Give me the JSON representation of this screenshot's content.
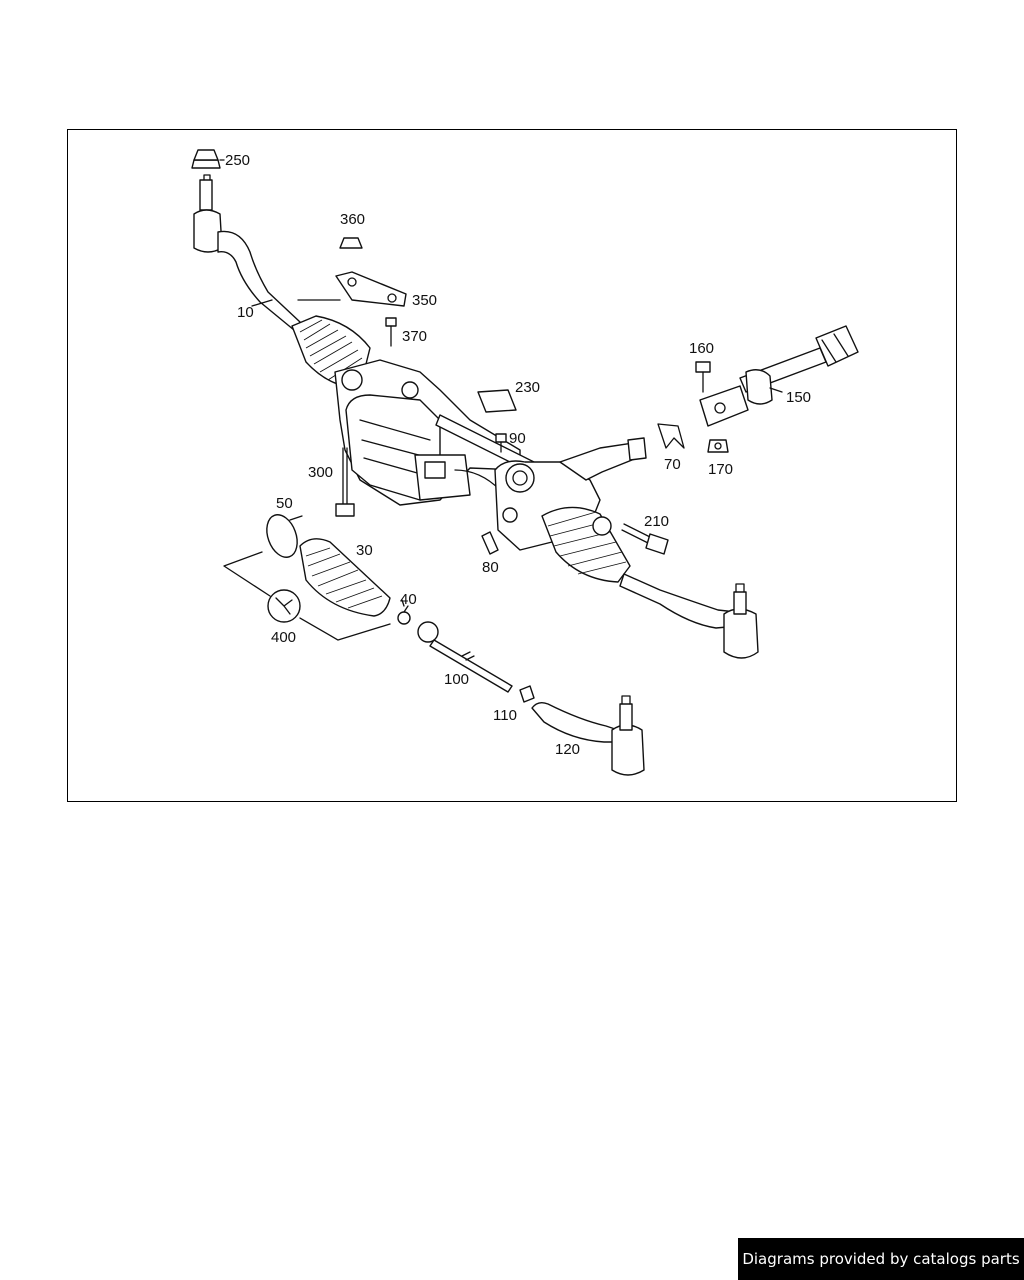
{
  "diagram": {
    "callouts": [
      {
        "id": "250",
        "label": "250"
      },
      {
        "id": "360",
        "label": "360"
      },
      {
        "id": "350",
        "label": "350"
      },
      {
        "id": "10",
        "label": "10"
      },
      {
        "id": "370",
        "label": "370"
      },
      {
        "id": "160",
        "label": "160"
      },
      {
        "id": "150",
        "label": "150"
      },
      {
        "id": "230",
        "label": "230"
      },
      {
        "id": "90",
        "label": "90"
      },
      {
        "id": "300",
        "label": "300"
      },
      {
        "id": "70",
        "label": "70"
      },
      {
        "id": "170",
        "label": "170"
      },
      {
        "id": "50",
        "label": "50"
      },
      {
        "id": "210",
        "label": "210"
      },
      {
        "id": "30",
        "label": "30"
      },
      {
        "id": "80",
        "label": "80"
      },
      {
        "id": "40",
        "label": "40"
      },
      {
        "id": "400",
        "label": "400"
      },
      {
        "id": "100",
        "label": "100"
      },
      {
        "id": "110",
        "label": "110"
      },
      {
        "id": "120",
        "label": "120"
      }
    ]
  },
  "footer": {
    "text": "Diagrams provided by catalogs parts"
  },
  "colors": {
    "background": "#ffffff",
    "line": "#111111",
    "banner_background": "#000000",
    "banner_text": "#ffffff"
  }
}
